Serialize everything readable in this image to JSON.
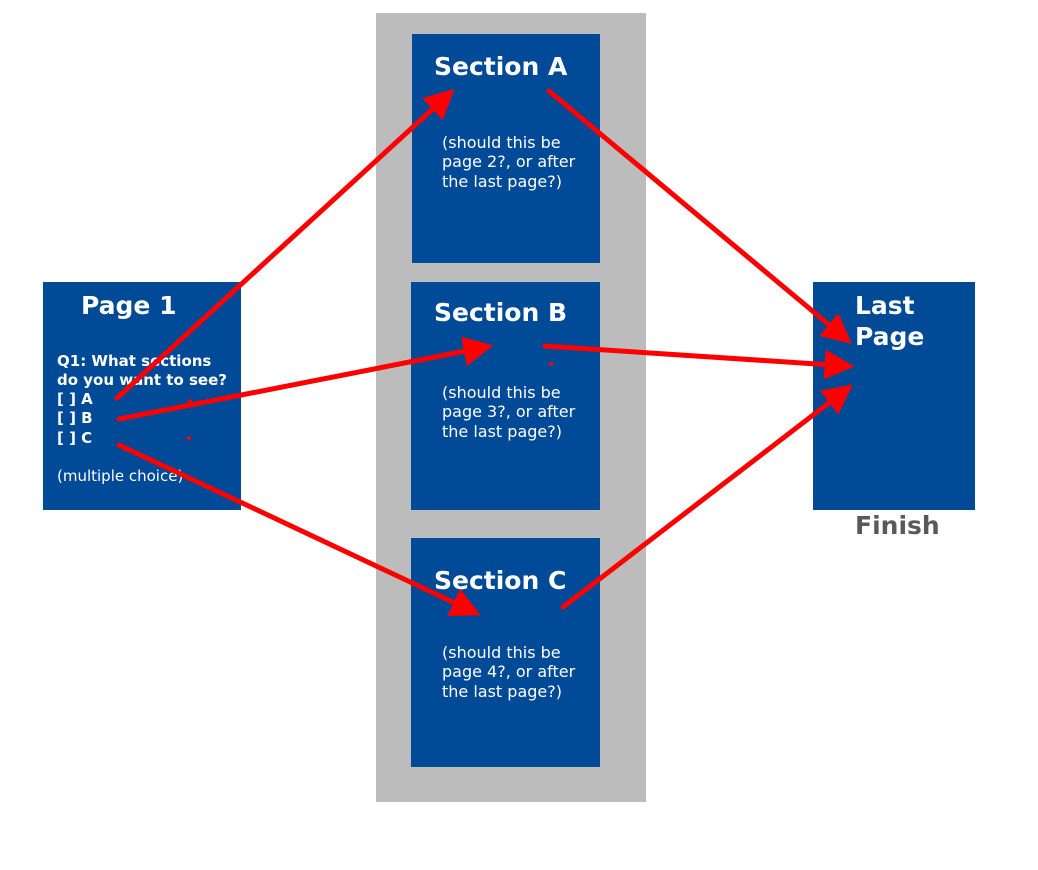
{
  "page1": {
    "title": "Page 1",
    "question_lines": [
      "Q1: What sections",
      "do you want to see?"
    ],
    "options": [
      "[ ] A",
      "[ ] B",
      "[ ] C"
    ],
    "note": "(multiple choice)"
  },
  "sections": [
    {
      "title": "Section A",
      "note_lines": [
        "(should this be",
        "page 2?, or after",
        "the last page?)"
      ]
    },
    {
      "title": "Section B",
      "note_lines": [
        "(should this be",
        "page 3?, or after",
        "the last page?)"
      ]
    },
    {
      "title": "Section C",
      "note_lines": [
        "(should this be",
        "page 4?, or after",
        "the last page?)"
      ]
    }
  ],
  "last_page": {
    "title_lines": [
      "Last",
      "Page"
    ],
    "caption": "Finish"
  },
  "colors": {
    "box_fill": "#004a97",
    "column_fill": "#bcbcbc",
    "arrow": "#ff0000",
    "caption_text": "#595959"
  }
}
